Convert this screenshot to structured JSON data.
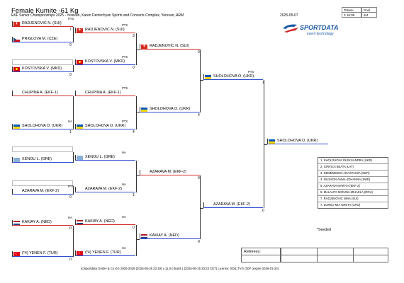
{
  "header": {
    "title": "Female Kumite -61 Kg",
    "subtitle": "EKF Senior Championships 2025 - Yerevan, Karen Demirchyan Sports and Concerts Complex, Yerevan, ARM",
    "date": "2025-05-07",
    "tatami_label": "Tatami",
    "tatami_value": "3 16:05",
    "pool_label": "Pool",
    "pool_value": "3/4",
    "logo_main": "SPORTDATA",
    "logo_sub": "event technology"
  },
  "round1": [
    {
      "name": "RADJENOVIC N. (SUI)",
      "flag": "sui",
      "score": "7",
      "color": "red"
    },
    {
      "name": "PRIGLOVA M. (CZE)",
      "flag": "cze",
      "score": "0",
      "color": "blue"
    },
    {
      "name": "",
      "flag": "none",
      "score": "",
      "color": "empty"
    },
    {
      "name": "KOSTOVSKA V. (MKD)",
      "flag": "mkd",
      "score": "0",
      "color": "blue"
    },
    {
      "name": "CHUPINA A. (EKF-1)",
      "flag": "ekf",
      "score": "",
      "color": "red"
    },
    {
      "name": "SHOLOHOVA O. (UKR)",
      "flag": "ukr",
      "score": "1",
      "color": "blue"
    },
    {
      "name": "",
      "flag": "none",
      "score": "",
      "color": "empty"
    },
    {
      "name": "XENOU L. (GRE)",
      "flag": "gre",
      "score": "",
      "color": "blue"
    },
    {
      "name": "",
      "flag": "none",
      "score": "",
      "color": "empty"
    },
    {
      "name": "AZARAVA M. (EKF-2)",
      "flag": "ekf",
      "score": "0",
      "color": "blue"
    },
    {
      "name": "KAKIAY A. (NED)",
      "flag": "ned",
      "score": "0",
      "color": "red"
    },
    {
      "name": "(*4) YENEN F. (TUR)",
      "flag": "tur",
      "score": "0",
      "color": "blue"
    }
  ],
  "round1_tags": [
    "PTS",
    "",
    "",
    "",
    "",
    "HA",
    "",
    "",
    "",
    "PTS",
    "HA",
    ""
  ],
  "round2": [
    {
      "name": "RADJENOVIC N. (SUI)",
      "flag": "sui",
      "score": "3",
      "color": "red"
    },
    {
      "name": "KOSTOVSKA V. (MKD)",
      "flag": "mkd",
      "score": "0",
      "color": "blue"
    },
    {
      "name": "CHUPINA A. (EKF-1)",
      "flag": "ekf",
      "score": "",
      "color": "red"
    },
    {
      "name": "SHOLOHOVA O. (UKR)",
      "flag": "ukr",
      "score": "4",
      "color": "blue"
    },
    {
      "name": "XENOU L. (GRE)",
      "flag": "gre",
      "score": "",
      "color": "blue"
    },
    {
      "name": "AZARAVA M. (EKF-2)",
      "flag": "ekf",
      "score": "1",
      "color": "blue"
    },
    {
      "name": "KAKIAY A. (NED)",
      "flag": "ned",
      "score": "0",
      "color": "red"
    },
    {
      "name": "(*4) YENEN F. (TUR)",
      "flag": "tur",
      "score": "",
      "color": "blue"
    }
  ],
  "round2_tags": [
    "PTS",
    "PTS",
    "HA",
    "HA"
  ],
  "round3": [
    {
      "name": "RADJENOVIC N. (SUI)",
      "flag": "sui",
      "score": "0",
      "color": "red"
    },
    {
      "name": "SHOLOHOVA O. (UKR)",
      "flag": "ukr",
      "score": "4",
      "color": "blue"
    },
    {
      "name": "AZARAVA M. (EKF-2)",
      "flag": "ekf",
      "score": "0",
      "color": "red"
    },
    {
      "name": "KAKIAY A. (NED)",
      "flag": "ned",
      "score": "0",
      "color": "blue"
    }
  ],
  "round4": [
    {
      "name": "SHOLOHOVA O. (UKR)",
      "flag": "ukr",
      "score": "1",
      "color": "blue",
      "tag": "PTS"
    },
    {
      "name": "AZARAVA M. (EKF-2)",
      "flag": "ekf",
      "score": "0",
      "color": "blue",
      "tag": ""
    }
  ],
  "winner": {
    "name": "SHOLOHOVA O. (UKR)",
    "flag": "ukr"
  },
  "seeds": [
    "1. SHOLOHOVA OLEKSANDRA (UKR)",
    "2. GIRVICA BEATA (LAT)",
    "3. SEMENENKO ANASTASIIA (GER)",
    "3. NILSSON ANNA-JOHANNA (SWE)",
    "5. AZARAVA MARYIA (EKF-2)",
    "5. MALAUTA MIRUNA MIHAELA (ROU)",
    "7. RADJENOVIC NINA (SUI)",
    "7. ZORKO MIA GRETA (CRO)"
  ],
  "seeded_note": "*Seeded",
  "referees_label": "Referees:",
  "footer": "(c)sportdata GmbH & Co KG 2000-2025 (2025-05-25 22:19)  v 11.0.0 build 1 (2025-05-15 20:23 CET) License: SDIL TVG ODF (expire 2026-01-23)",
  "colors": {
    "red": "#d42a2a",
    "blue": "#2f4fd0",
    "logo": "#1a5aa8"
  }
}
